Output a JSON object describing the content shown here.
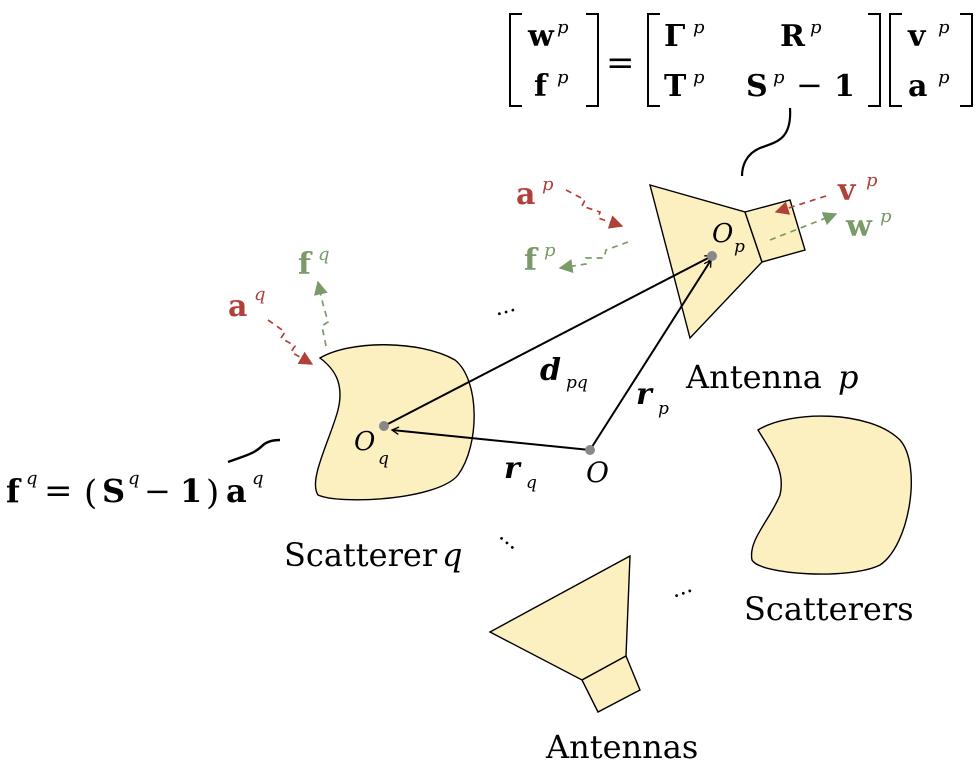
{
  "colors": {
    "fill": "#fdf0c0",
    "incident": "#b0403a",
    "outgoing": "#7a9a6a"
  },
  "equation_antenna": {
    "w": "w",
    "f": "f",
    "Gamma": "Γ",
    "R": "R",
    "T": "T",
    "S": "S",
    "minus": "−",
    "one": "1",
    "v": "v",
    "a": "a",
    "sup": "p",
    "equals": "="
  },
  "equation_scatterer": {
    "f": "f",
    "sup": "q",
    "equals": "=",
    "open": "(",
    "S": "S",
    "minus": "−",
    "one": "1",
    "close": ")",
    "a": "a"
  },
  "wave_labels": {
    "a_q": "a",
    "f_q": "f",
    "sup_q": "q",
    "a_p": "a",
    "f_p": "f",
    "sup_p": "p",
    "v_p": "v",
    "w_p": "w"
  },
  "points": {
    "O": "O",
    "Oq": "O",
    "Oq_sub": "q",
    "Op": "O",
    "Op_sub": "p"
  },
  "vectors": {
    "d": "d",
    "d_sub": "pq",
    "rp": "r",
    "rp_sub": "p",
    "rq": "r",
    "rq_sub": "q"
  },
  "labels": {
    "antenna_p": "Antenna",
    "antenna_p_var": "p",
    "scatterer_q": "Scatterer",
    "scatterer_q_var": "q",
    "scatterers": "Scatterers",
    "antennas": "Antennas",
    "dots": "···"
  }
}
